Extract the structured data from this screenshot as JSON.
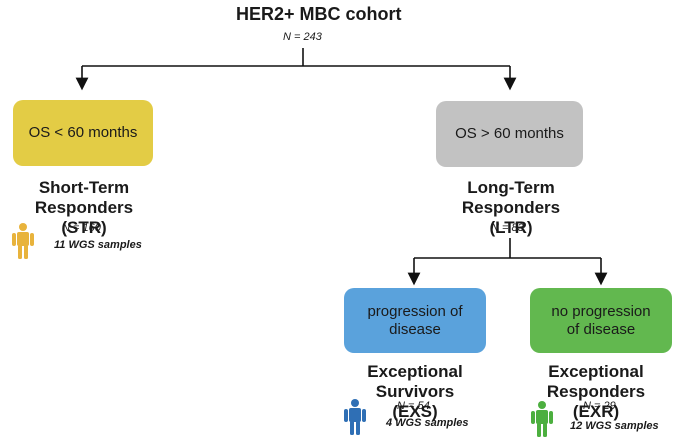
{
  "root": {
    "title": "HER2+ MBC cohort",
    "n": "N = 243"
  },
  "str": {
    "box_label": "OS < 60 months",
    "box_color": "#e3cc45",
    "name_line1": "Short-Term Responders",
    "name_line2": "(STR)",
    "n": "N = 160",
    "wgs": "11 WGS samples",
    "icon_color": "#e8b33c",
    "icon": "person-icon"
  },
  "ltr": {
    "box_label": "OS > 60 months",
    "box_color": "#c2c2c2",
    "name_line1": "Long-Term Responders",
    "name_line2": "(LTR)",
    "n": "N = 83"
  },
  "exs": {
    "box_line1": "progression of",
    "box_line2": "disease",
    "box_color": "#5aa2dc",
    "name_line1": "Exceptional Survivors",
    "name_line2": "(EXS)",
    "n": "N = 54",
    "wgs": "4 WGS samples",
    "icon_color": "#2f6fb5",
    "icon": "person-icon"
  },
  "exr": {
    "box_line1": "no progression",
    "box_line2": "of disease",
    "box_color": "#62b84f",
    "name_line1": "Exceptional Responders",
    "name_line2": "(EXR)",
    "n": "N = 29",
    "wgs": "12 WGS samples",
    "icon_color": "#4caf3f",
    "icon": "person-icon"
  }
}
